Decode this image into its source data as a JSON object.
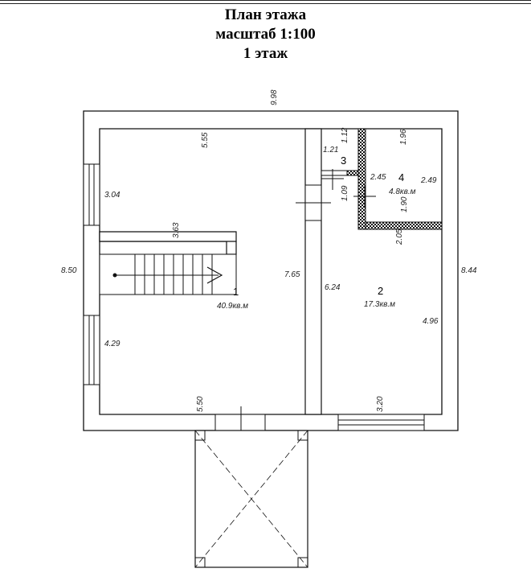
{
  "title": {
    "line1": "План этажа",
    "line2": "масштаб 1:100",
    "line3": "1 этаж"
  },
  "dimensions": {
    "overall_width": "9.98",
    "overall_height_left": "8.50",
    "overall_height_right": "8.44",
    "room1_top": "5.55",
    "room1_left_upper": "3.04",
    "room1_stair": "3.63",
    "room1_right": "7.65",
    "room1_left_lower": "4.29",
    "room1_bottom": "5.50",
    "room3_width": "1.21",
    "room3_height": "1.12",
    "room3_lower": "1.09",
    "room4_top": "1.96",
    "room4_left": "2.45",
    "room4_right": "2.49",
    "room4_bottom": "1.90",
    "room2_top": "2.05",
    "room2_left": "6.24",
    "room2_right": "4.96",
    "room2_bottom": "3.20"
  },
  "rooms": [
    {
      "number": "1",
      "area": "40.9кв.м"
    },
    {
      "number": "2",
      "area": "17.3кв.м"
    },
    {
      "number": "3",
      "area": ""
    },
    {
      "number": "4",
      "area": "4.8кв.м"
    }
  ]
}
